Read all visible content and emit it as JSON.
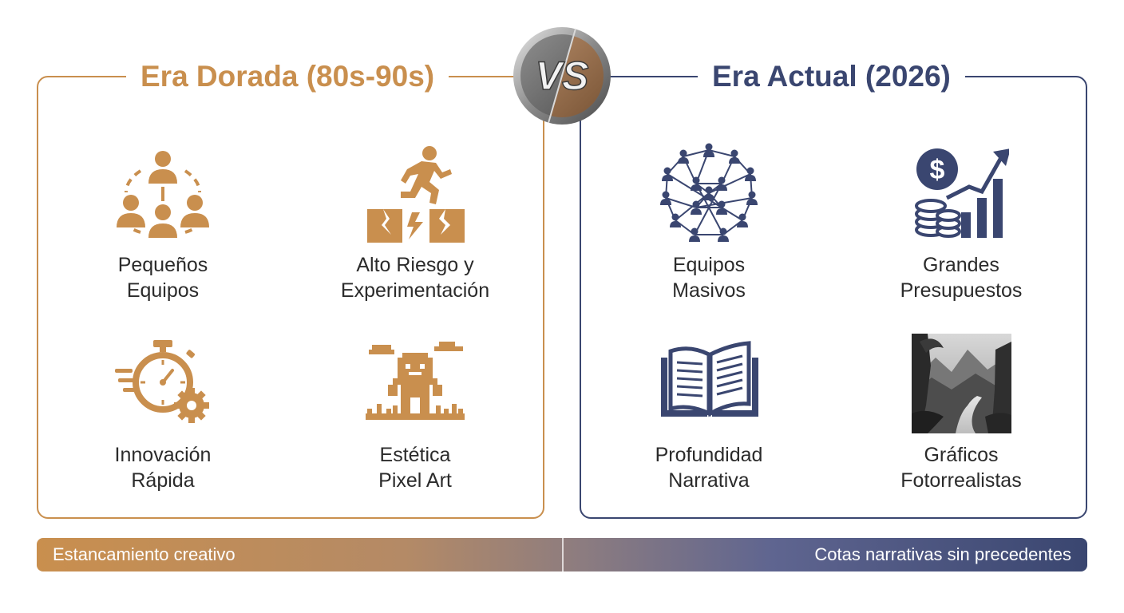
{
  "left_panel": {
    "title": "Era Dorada (80s-90s)",
    "accent_color": "#c98f4e",
    "items": [
      {
        "icon": "team-icon",
        "line1": "Pequeños",
        "line2": "Equipos"
      },
      {
        "icon": "runner-cliff-icon",
        "line1": "Alto Riesgo y",
        "line2": "Experimentación"
      },
      {
        "icon": "stopwatch-gear-icon",
        "line1": "Innovación",
        "line2": "Rápida"
      },
      {
        "icon": "pixel-character-icon",
        "line1": "Estética",
        "line2": "Pixel Art"
      }
    ]
  },
  "vs_badge": {
    "text": "VS"
  },
  "right_panel": {
    "title": "Era Actual (2026)",
    "accent_color": "#3a4670",
    "items": [
      {
        "icon": "network-people-icon",
        "line1": "Equipos",
        "line2": "Masivos"
      },
      {
        "icon": "money-growth-icon",
        "line1": "Grandes",
        "line2": "Presupuestos"
      },
      {
        "icon": "open-book-icon",
        "line1": "Profundidad",
        "line2": "Narrativa"
      },
      {
        "icon": "photorealistic-landscape-image",
        "line1": "Gráficos",
        "line2": "Fotorrealistas"
      }
    ]
  },
  "bottom_bar": {
    "left_text": "Estancamiento creativo",
    "right_text": "Cotas narrativas sin precedentes"
  }
}
